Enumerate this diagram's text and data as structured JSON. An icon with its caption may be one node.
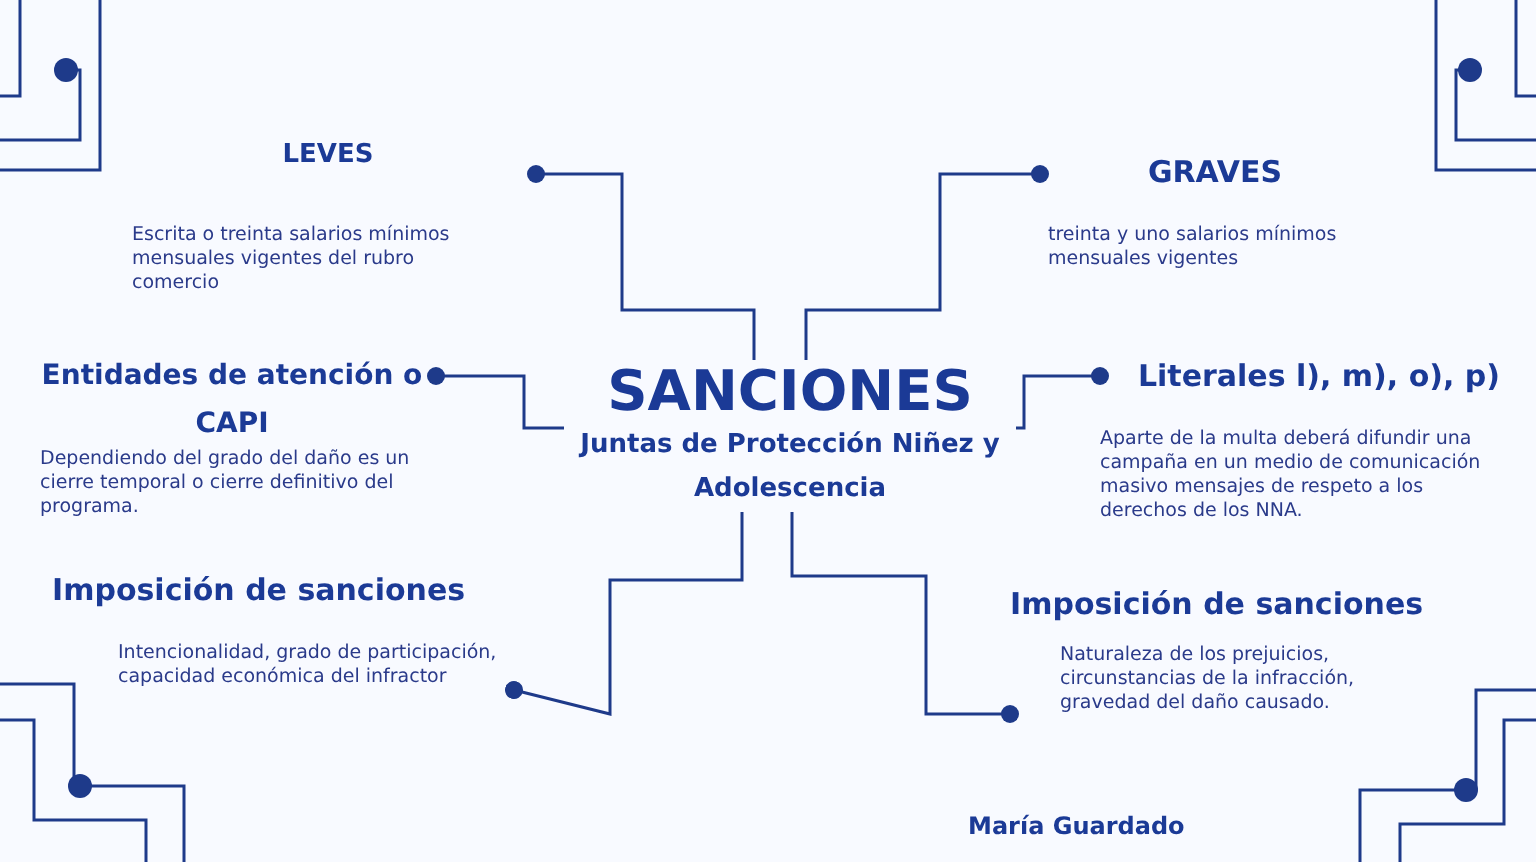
{
  "diagram": {
    "nodes": [
      {
        "text": [
          "SANCIONES",
          "Juntas de Protección Niñez y Adolescencia"
        ]
      },
      {
        "text": [
          "LEVES",
          "Escrita o treinta salarios mínimos mensuales vigentes del rubro comercio"
        ]
      },
      {
        "text": [
          "GRAVES",
          "treinta y uno salarios mínimos mensuales vigentes"
        ]
      },
      {
        "text": [
          "Entidades de atención o CAPI",
          "Dependiendo del  grado del daño es un cierre temporal o cierre definitivo del programa."
        ]
      },
      {
        "text": [
          "Literales l), m), o), p)",
          "Aparte de la multa deberá difundir una campaña en un medio de comunicación masivo mensajes de respeto a los derechos de los NNA."
        ]
      },
      {
        "text": [
          "Imposición de sanciones",
          "Intencionalidad, grado de participación, capacidad económica del infractor"
        ]
      },
      {
        "text": [
          "Imposición de sanciones",
          "Naturaleza de los prejuicios, circunstancias de la infracción, gravedad del daño causado."
        ]
      }
    ],
    "edges": [
      {
        "from": 0,
        "to": 1,
        "arrow": "other"
      },
      {
        "from": 0,
        "to": 2,
        "arrow": "other"
      },
      {
        "from": 0,
        "to": 3,
        "arrow": "other"
      },
      {
        "from": 0,
        "to": 4,
        "arrow": "other"
      },
      {
        "from": 0,
        "to": 5,
        "arrow": "other"
      },
      {
        "from": 0,
        "to": 6,
        "arrow": "other"
      }
    ],
    "labels": [
      "María Guardado"
    ]
  }
}
